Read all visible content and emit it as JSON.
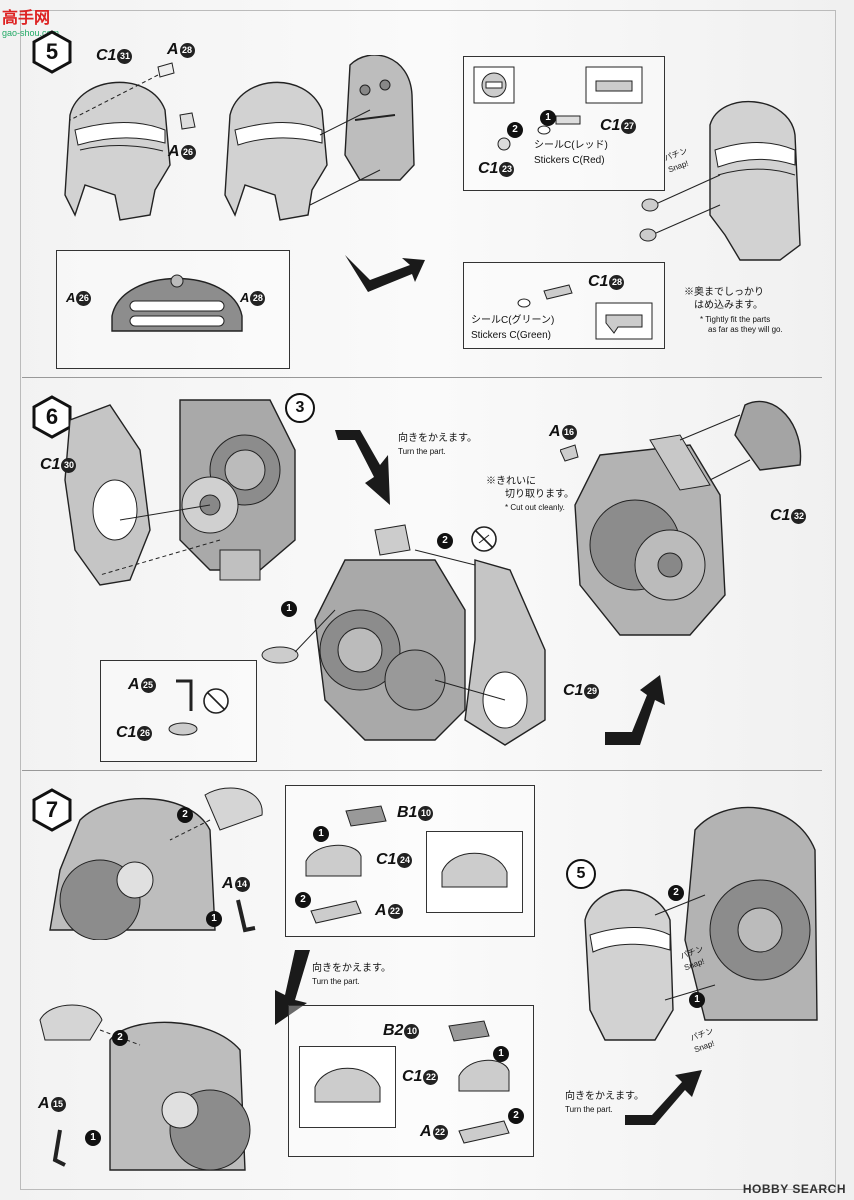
{
  "site_logo": {
    "name": "高手网",
    "url_text": "gao-shou.com"
  },
  "footer": {
    "watermark": "HOBBY SEARCH"
  },
  "steps": {
    "s5": {
      "number": "5",
      "labels": {
        "c1_31": {
          "prefix": "C1",
          "num": "31"
        },
        "a28_top": {
          "prefix": "A",
          "num": "28"
        },
        "a26_top": {
          "prefix": "A",
          "num": "26"
        },
        "a26_box": {
          "prefix": "A",
          "num": "26"
        },
        "a28_box": {
          "prefix": "A",
          "num": "28"
        },
        "c1_27": {
          "prefix": "C1",
          "num": "27"
        },
        "c1_23": {
          "prefix": "C1",
          "num": "23"
        },
        "c1_28": {
          "prefix": "C1",
          "num": "28"
        }
      },
      "sub_nums": {
        "one": "1",
        "two": "2"
      },
      "sticker_red_jp": "シールC(レッド)",
      "sticker_red_en": "Stickers C(Red)",
      "sticker_green_jp": "シールC(グリーン)",
      "sticker_green_en": "Stickers C(Green)",
      "tight_jp_1": "※奥までしっかり",
      "tight_jp_2": "はめ込みます。",
      "tight_en_1": "* Tightly fit the parts",
      "tight_en_2": "as far as they will go.",
      "snap_jp": "パチン",
      "snap_en": "Snap!"
    },
    "s6": {
      "number": "6",
      "callout": "3",
      "labels": {
        "c1_30": {
          "prefix": "C1",
          "num": "30"
        },
        "a16": {
          "prefix": "A",
          "num": "16"
        },
        "c1_32": {
          "prefix": "C1",
          "num": "32"
        },
        "a25": {
          "prefix": "A",
          "num": "25"
        },
        "c1_26": {
          "prefix": "C1",
          "num": "26"
        },
        "c1_29": {
          "prefix": "C1",
          "num": "29"
        }
      },
      "sub_nums": {
        "one": "1",
        "two": "2"
      },
      "turn_jp": "向きをかえます。",
      "turn_en": "Turn the part.",
      "cut_jp_1": "※きれいに",
      "cut_jp_2": "切り取ります。",
      "cut_en": "* Cut out cleanly."
    },
    "s7": {
      "number": "7",
      "callout": "5",
      "labels": {
        "a14": {
          "prefix": "A",
          "num": "14"
        },
        "b1_10": {
          "prefix": "B1",
          "num": "10"
        },
        "c1_24": {
          "prefix": "C1",
          "num": "24"
        },
        "a22_top": {
          "prefix": "A",
          "num": "22"
        },
        "a15": {
          "prefix": "A",
          "num": "15"
        },
        "b2_10": {
          "prefix": "B2",
          "num": "10"
        },
        "c1_22": {
          "prefix": "C1",
          "num": "22"
        },
        "a22_bottom": {
          "prefix": "A",
          "num": "22"
        }
      },
      "sub_nums": {
        "one": "1",
        "two": "2"
      },
      "turn_jp": "向きをかえます。",
      "turn_en": "Turn the part.",
      "snap_jp": "パチン",
      "snap_en": "Snap!"
    }
  },
  "colors": {
    "part_gray": "#c9c9c9",
    "part_dark": "#8a8a8a",
    "ink": "#111111",
    "arrow": "#1a1a1a"
  }
}
